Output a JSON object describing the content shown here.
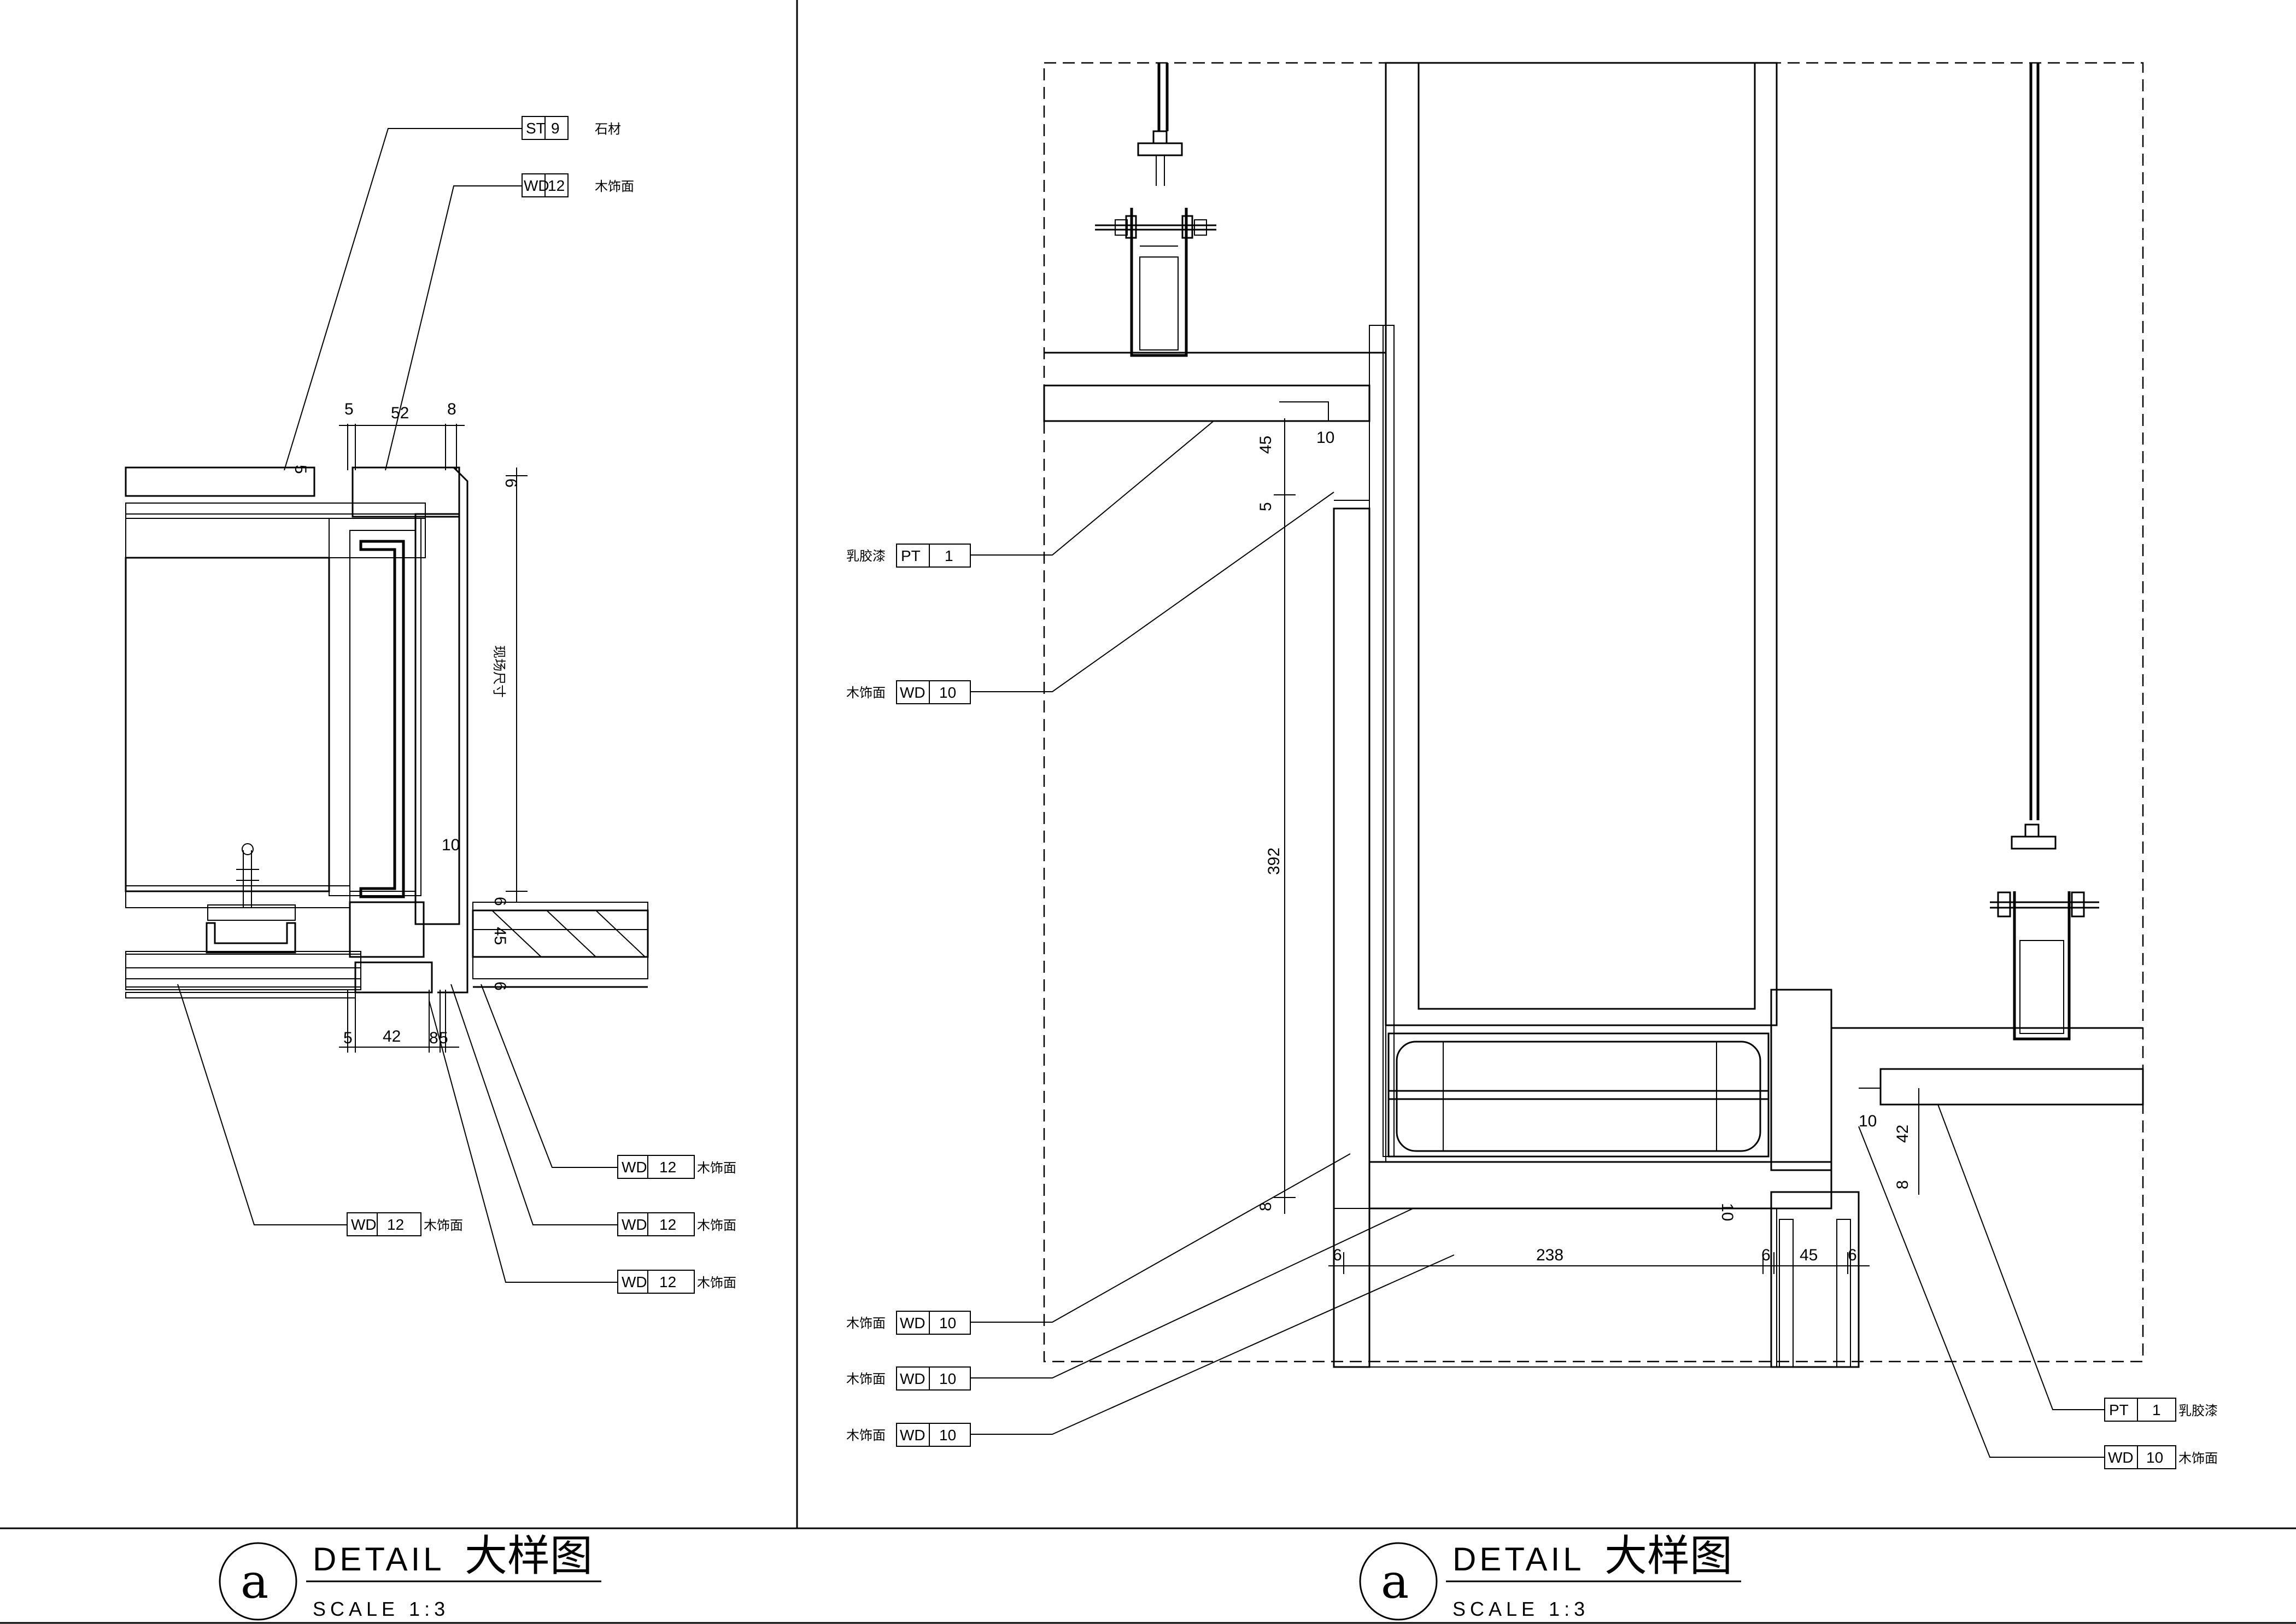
{
  "left_detail": {
    "dimensions": {
      "top_a": "5",
      "top_b": "52",
      "top_c": "8",
      "right_v1": "6",
      "right_v2": "现场尺寸",
      "inner_v": "10",
      "mid_v1": "6",
      "mid_v2": "45",
      "mid_v3": "6",
      "bottom_a": "5",
      "bottom_b": "42",
      "bottom_c": "8",
      "bottom_d": "5",
      "small_left": "5"
    },
    "tags": [
      {
        "code": "ST",
        "num": "9",
        "desc": "石材"
      },
      {
        "code": "WD",
        "num": "12",
        "desc": "木饰面"
      },
      {
        "code": "WD",
        "num": "12",
        "desc": "木饰面"
      },
      {
        "code": "WD",
        "num": "12",
        "desc": "木饰面"
      },
      {
        "code": "WD",
        "num": "12",
        "desc": "木饰面"
      },
      {
        "code": "WD",
        "num": "12",
        "desc": "木饰面"
      }
    ]
  },
  "right_detail": {
    "dimensions": {
      "v45": "45",
      "v5": "5",
      "v392": "392",
      "v8": "8",
      "v10a": "10",
      "h6a": "6",
      "h238": "238",
      "h6b": "6",
      "h45": "45",
      "h6c": "6",
      "v10b": "10",
      "v10c": "10",
      "v42": "42",
      "v8b": "8"
    },
    "tags_left": [
      {
        "desc": "乳胶漆",
        "code": "PT",
        "num": "1"
      },
      {
        "desc": "木饰面",
        "code": "WD",
        "num": "10"
      },
      {
        "desc": "木饰面",
        "code": "WD",
        "num": "10"
      },
      {
        "desc": "木饰面",
        "code": "WD",
        "num": "10"
      },
      {
        "desc": "木饰面",
        "code": "WD",
        "num": "10"
      }
    ],
    "tags_right": [
      {
        "code": "PT",
        "num": "1",
        "desc": "乳胶漆"
      },
      {
        "code": "WD",
        "num": "10",
        "desc": "木饰面"
      }
    ]
  },
  "title_blocks": [
    {
      "letter": "a",
      "label": "DETAIL",
      "title": "大样图",
      "scale": "SCALE  1:3"
    },
    {
      "letter": "a",
      "label": "DETAIL",
      "title": "大样图",
      "scale": "SCALE  1:3"
    }
  ]
}
